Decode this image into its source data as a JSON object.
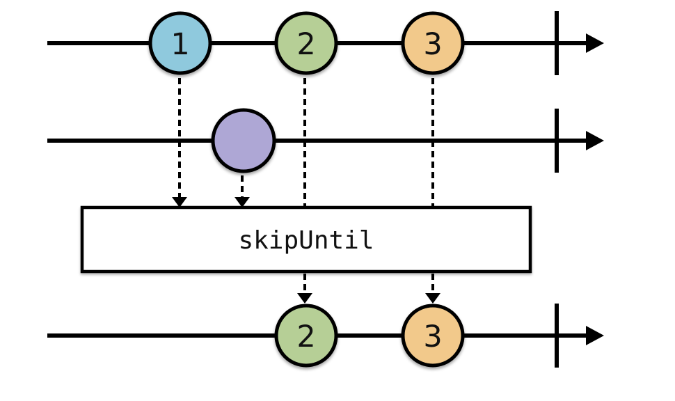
{
  "operator": {
    "label": "skipUntil"
  },
  "colors": {
    "stroke": "#000000",
    "background": "#FFFFFF"
  },
  "streams": {
    "source": {
      "marbles": [
        {
          "label": "1",
          "fill": "#8FC9DD"
        },
        {
          "label": "2",
          "fill": "#B6CF96"
        },
        {
          "label": "3",
          "fill": "#F2C98B"
        }
      ]
    },
    "trigger": {
      "marbles": [
        {
          "label": "",
          "fill": "#AEA7D5"
        }
      ]
    },
    "output": {
      "marbles": [
        {
          "label": "2",
          "fill": "#B6CF96"
        },
        {
          "label": "3",
          "fill": "#F2C98B"
        }
      ]
    }
  }
}
